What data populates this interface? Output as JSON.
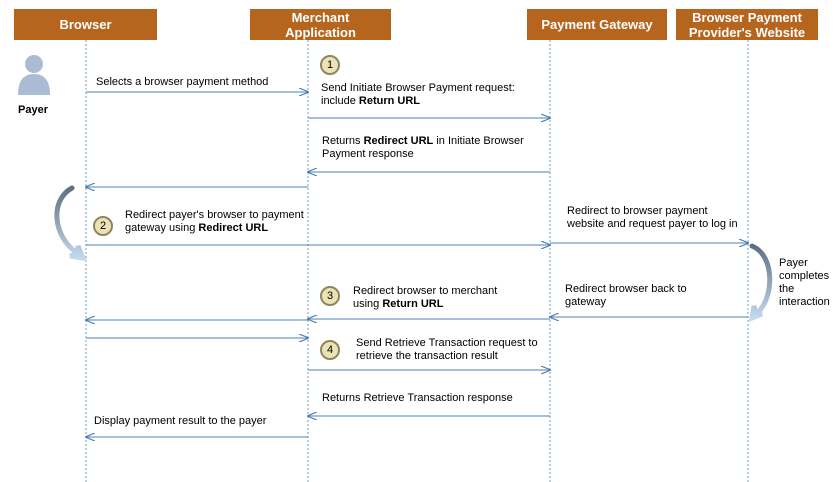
{
  "lanes": [
    {
      "name": "Browser"
    },
    {
      "name": "Merchant Application"
    },
    {
      "name": "Payment Gateway"
    },
    {
      "name": "Browser Payment Provider's Website"
    }
  ],
  "actor": {
    "label": "Payer"
  },
  "steps": [
    "1",
    "2",
    "3",
    "4"
  ],
  "messages": [
    {
      "text": "Selects a browser payment method"
    },
    {
      "pre": "Send Initiate Browser Payment request:",
      "line2pre": "include ",
      "bold": "Return URL"
    },
    {
      "pre": "Returns ",
      "bold": "Redirect URL",
      "post": " in Initiate Browser",
      "line2": "Payment response"
    },
    {
      "line1": "Redirect payer's browser to payment",
      "pre": "gateway using ",
      "bold": "Redirect URL"
    },
    {
      "line1": "Redirect to browser payment",
      "line2": "website and request payer to log in"
    },
    {
      "line1": "Payer",
      "line2": "completes",
      "line3": "the",
      "line4": "interaction"
    },
    {
      "line1": "Redirect browser to merchant",
      "pre": "using ",
      "bold": "Return URL"
    },
    {
      "line1": "Redirect browser back to",
      "line2": "gateway"
    },
    {
      "line1": "Send Retrieve Transaction request to",
      "line2": "retrieve the transaction result"
    },
    {
      "text": "Returns Retrieve Transaction response"
    },
    {
      "text": "Display payment result to the payer"
    }
  ],
  "colors": {
    "header": "#b5651d",
    "lifeline": "#6f9fc7",
    "arrow": "#4f7fb0",
    "step_fill": "#ece3b5"
  }
}
